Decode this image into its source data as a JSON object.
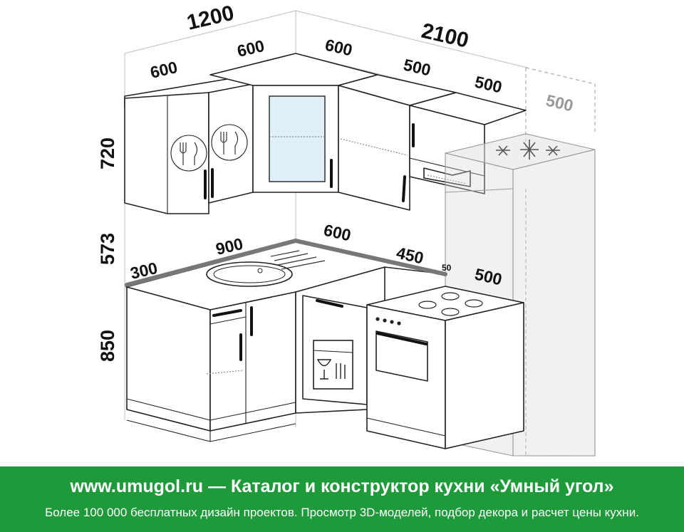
{
  "dimensions": {
    "top_width_left": "1200",
    "top_width_right": "2100",
    "upper_left_1": "600",
    "upper_left_2": "600",
    "upper_right_1": "600",
    "upper_right_2": "500",
    "upper_right_3": "500",
    "fridge_ghost": "500",
    "height_upper": "720",
    "height_gap": "573",
    "height_lower": "850",
    "counter_300": "300",
    "counter_900": "900",
    "counter_600": "600",
    "counter_450": "450",
    "counter_50": "50",
    "counter_500": "500"
  },
  "footer": {
    "title": "www.umugol.ru — Каталог и конструктор кухни «Умный угол»",
    "subtitle": "Более 100 000 бесплатных дизайн проектов. Просмотр 3D-моделей, подбор декора и расчет цены кухни."
  },
  "colors": {
    "banner": "#1f9a3a",
    "banner_text": "#ffffff",
    "glass": "#dff0fa"
  }
}
